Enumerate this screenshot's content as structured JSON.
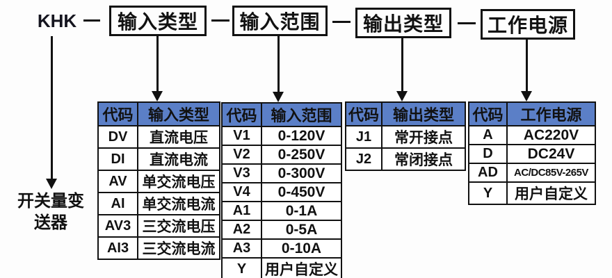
{
  "product": {
    "code": "KHK",
    "name_lines": [
      "开关量变",
      "送器"
    ]
  },
  "segments": [
    {
      "label": "输入类型"
    },
    {
      "label": "输入范围"
    },
    {
      "label": "输出类型"
    },
    {
      "label": "工作电源"
    }
  ],
  "tables": [
    {
      "headers": [
        "代码",
        "输入类型"
      ],
      "rows": [
        [
          "DV",
          "直流电压"
        ],
        [
          "DI",
          "直流电流"
        ],
        [
          "AV",
          "单交流电压"
        ],
        [
          "AI",
          "单交流电流"
        ],
        [
          "AV3",
          "三交流电压"
        ],
        [
          "AI3",
          "三交流电流"
        ]
      ]
    },
    {
      "headers": [
        "代码",
        "输入范围"
      ],
      "rows": [
        [
          "V1",
          "0-120V"
        ],
        [
          "V2",
          "0-250V"
        ],
        [
          "V3",
          "0-300V"
        ],
        [
          "V4",
          "0-450V"
        ],
        [
          "A1",
          "0-1A"
        ],
        [
          "A2",
          "0-5A"
        ],
        [
          "A3",
          "0-10A"
        ],
        [
          "Y",
          "用户自定义"
        ]
      ]
    },
    {
      "headers": [
        "代码",
        "输出类型"
      ],
      "rows": [
        [
          "J1",
          "常开接点"
        ],
        [
          "J2",
          "常闭接点"
        ]
      ]
    },
    {
      "headers": [
        "代码",
        "工作电源"
      ],
      "rows": [
        [
          "A",
          "AC220V"
        ],
        [
          "D",
          "DC24V"
        ],
        [
          "AD",
          "AC/DC85V-265V"
        ],
        [
          "Y",
          "用户自定义"
        ]
      ]
    }
  ],
  "colors": {
    "header_bg": "#5b7fc7",
    "line": "#111111"
  }
}
